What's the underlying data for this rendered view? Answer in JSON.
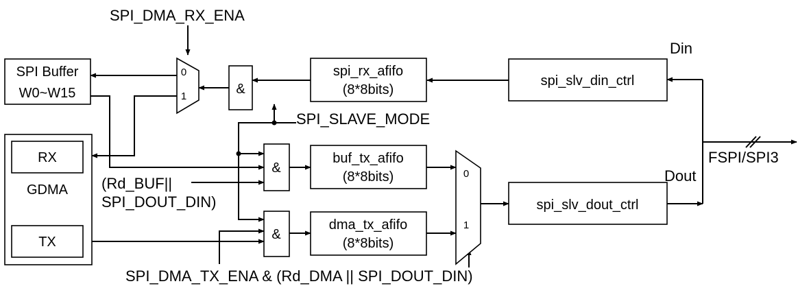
{
  "blocks": {
    "spi_buffer": {
      "line1": "SPI Buffer",
      "line2": "W0~W15"
    },
    "gdma": {
      "label": "GDMA",
      "rx": "RX",
      "tx": "TX"
    },
    "spi_rx_afifo": {
      "line1": "spi_rx_afifo",
      "line2": "(8*8bits)"
    },
    "buf_tx_afifo": {
      "line1": "buf_tx_afifo",
      "line2": "(8*8bits)"
    },
    "dma_tx_afifo": {
      "line1": "dma_tx_afifo",
      "line2": "(8*8bits)"
    },
    "spi_slv_din_ctrl": {
      "label": "spi_slv_din_ctrl"
    },
    "spi_slv_dout_ctrl": {
      "label": "spi_slv_dout_ctrl"
    },
    "and_gate_label": "&",
    "mux_top": {
      "in0": "0",
      "in1": "1"
    },
    "mux_bottom": {
      "in0": "0",
      "in1": "1"
    }
  },
  "signals": {
    "spi_dma_rx_ena": "SPI_DMA_RX_ENA",
    "spi_slave_mode": "SPI_SLAVE_MODE",
    "rd_buf_line1": "(Rd_BUF||",
    "rd_buf_line2": "SPI_DOUT_DIN)",
    "spi_dma_tx_ena": "SPI_DMA_TX_ENA & (Rd_DMA || SPI_DOUT_DIN)",
    "din": "Din",
    "dout": "Dout",
    "fspi": "FSPI/SPI3"
  }
}
